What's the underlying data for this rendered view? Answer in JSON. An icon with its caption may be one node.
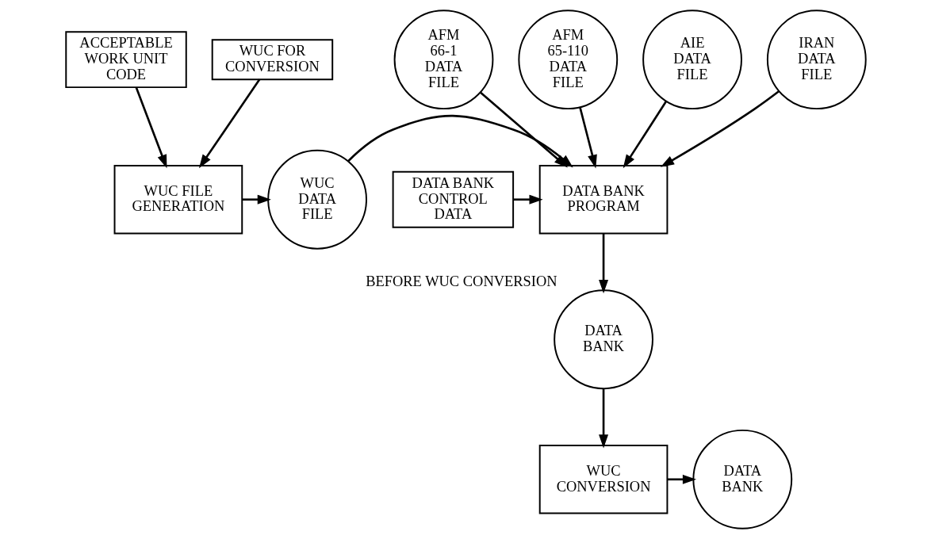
{
  "diagram": {
    "nodes": [
      {
        "text": [
          "ACCEPTABLE WORK UNIT CODE"
        ]
      },
      {
        "text": [
          "WUC FOR CONVERSION"
        ]
      },
      {
        "text": [
          "AFM 66-1 DATA FILE"
        ]
      },
      {
        "text": [
          "AFM 65-110 DATA FILE"
        ]
      },
      {
        "text": [
          "AIE DATA FILE"
        ]
      },
      {
        "text": [
          "IRAN DATA FILE"
        ]
      },
      {
        "text": [
          "WUC FILE GENERATION"
        ]
      },
      {
        "text": [
          "WUC DATA FILE"
        ]
      },
      {
        "text": [
          "DATA BANK PROGRAM"
        ]
      },
      {
        "text": [
          "DATA BANK CONTROL DATA"
        ]
      },
      {
        "text": [
          "DATA BANK"
        ],
        "beside": [
          "BEFORE WUC CONVERSION"
        ]
      },
      {
        "text": [
          "WUC CONVERSION"
        ]
      },
      {
        "text": [
          "DATA BANK"
        ]
      }
    ],
    "edges": [
      {
        "from": 0,
        "to": 6,
        "arrow": "to"
      },
      {
        "from": 1,
        "to": 6,
        "arrow": "to"
      },
      {
        "from": 6,
        "to": 7,
        "arrow": "to"
      },
      {
        "from": 7,
        "to": 8,
        "arrow": "to"
      },
      {
        "from": 2,
        "to": 8,
        "arrow": "to"
      },
      {
        "from": 3,
        "to": 8,
        "arrow": "to"
      },
      {
        "from": 4,
        "to": 8,
        "arrow": "to"
      },
      {
        "from": 5,
        "to": 8,
        "arrow": "to"
      },
      {
        "from": 9,
        "to": 8,
        "arrow": "to"
      },
      {
        "from": 8,
        "to": 10,
        "arrow": "to"
      },
      {
        "from": 10,
        "to": 11,
        "arrow": "to"
      },
      {
        "from": 11,
        "to": 12,
        "arrow": "to"
      }
    ]
  }
}
